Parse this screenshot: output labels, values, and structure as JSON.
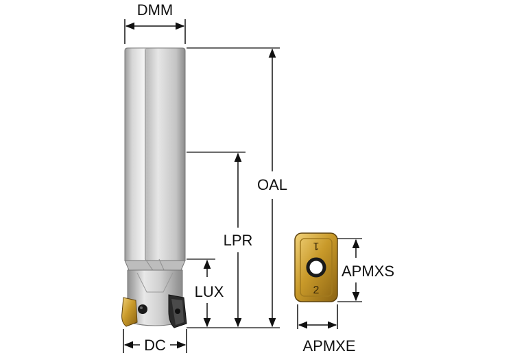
{
  "labels": {
    "dmm": "DMM",
    "oal": "OAL",
    "lpr": "LPR",
    "lux": "LUX",
    "dc": "DC",
    "apmxs": "APMXS",
    "apmxe": "APMXE"
  },
  "insert_markings": {
    "top": "1",
    "bottom": "2"
  },
  "colors": {
    "shank_light": "#eeeeee",
    "shank_mid": "#c7c7c7",
    "shank_dark": "#8d8d8d",
    "insert_gold": "#c99a2a",
    "insert_dark": "#7a5410",
    "line": "#111111"
  }
}
